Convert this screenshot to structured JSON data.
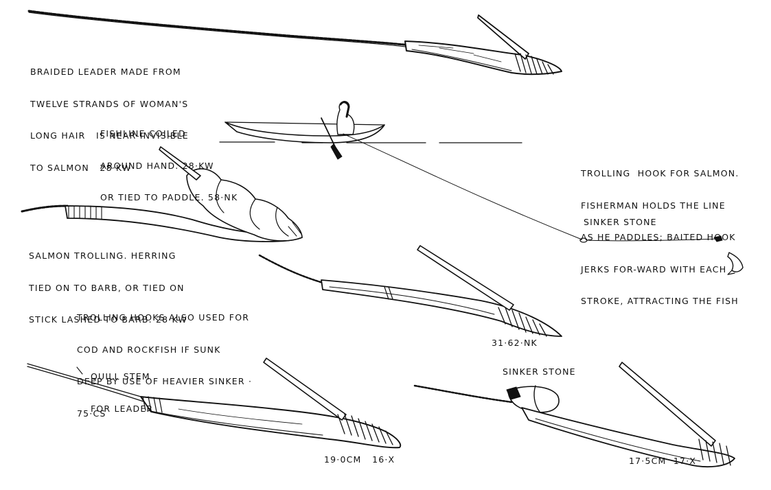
{
  "colors": {
    "ink": "#111111",
    "paper": "#ffffff"
  },
  "labels": {
    "braided_leader": [
      "BRAIDED LEADER MADE FROM",
      "TWELVE STRANDS OF WOMAN'S",
      "LONG HAIR   IS NEAR-INVISIBLE",
      "TO SALMON   28·KW"
    ],
    "fishline": [
      "FISHLINE COILED",
      "AROUND HAND. 28·KW",
      "OR TIED TO PADDLE. 58·NK"
    ],
    "trolling_hook": [
      "TROLLING  HOOK FOR SALMON.",
      "FISHERMAN HOLDS THE LINE",
      "AS HE PADDLES; BAITED HOOK",
      "JERKS FOR-WARD WITH EACH",
      "STROKE, ATTRACTING THE FISH"
    ],
    "salmon_trolling": [
      "SALMON TROLLING. HERRING",
      "TIED ON TO BARB, OR TIED ON",
      "STICK LASHED TO BARB. 28·KW"
    ],
    "sinker_stone_top": "SINKER STONE",
    "trolling_cod": [
      "TROLLING HOOKS ALSO USED FOR",
      "COD AND ROCKFISH IF SUNK",
      "DEEP BY USE OF HEAVIER SINKER ·",
      "75·CS"
    ],
    "specimen_31": "31·62·NK",
    "quill_stem": [
      "QUILL STEM",
      "FOR LEADER"
    ],
    "sinker_stone_bottom": "SINKER STONE",
    "specimen_16": "19·0cm   16·X",
    "specimen_17": "17·5cm  17·X"
  }
}
